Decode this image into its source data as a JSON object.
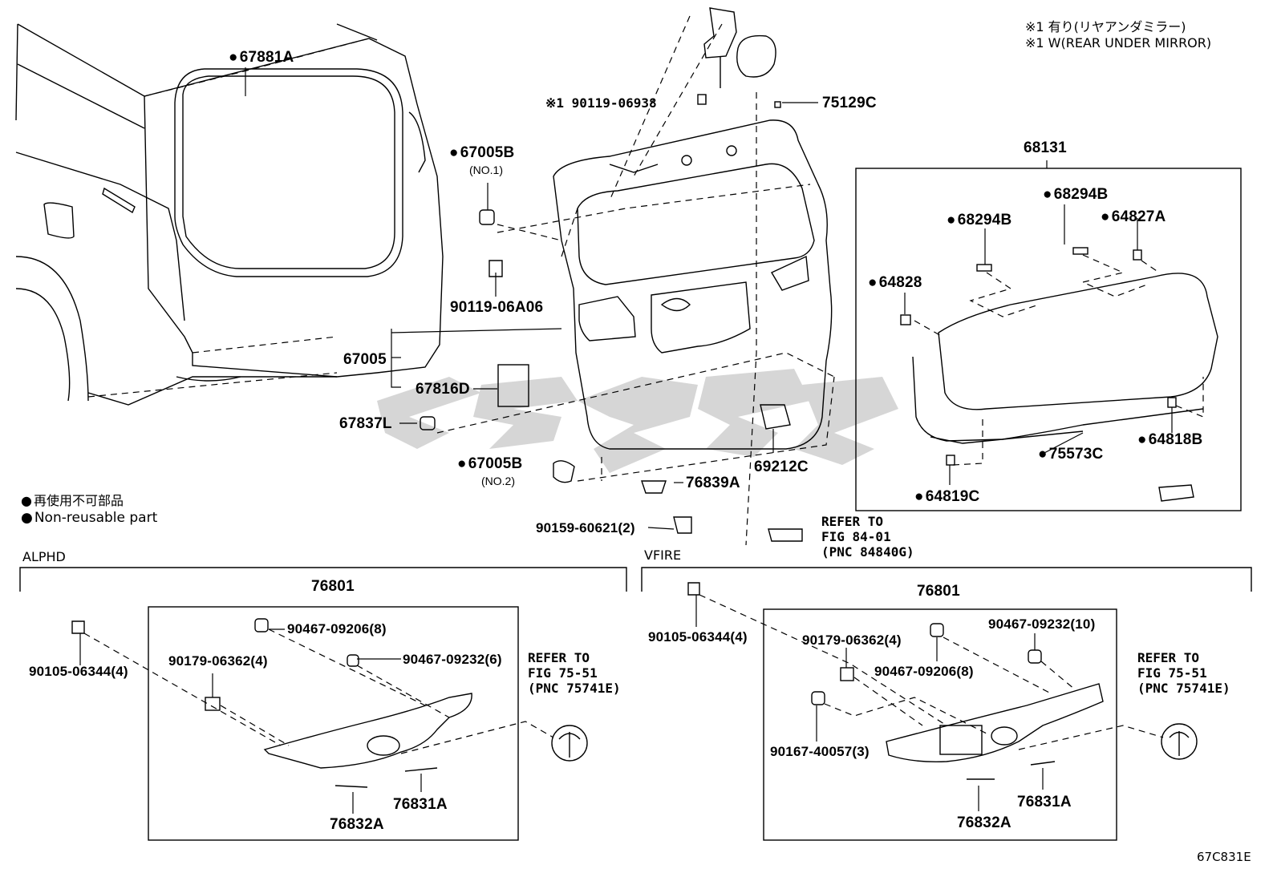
{
  "notes": {
    "top_right_jp": "※1 有り(リヤアンダミラー)",
    "top_right_en": "※1 W(REAR UNDER MIRROR)",
    "legend_jp": "再使用不可部品",
    "legend_en": "Non-reusable part",
    "figure_id": "67C831E"
  },
  "sections": {
    "alphd": "ALPHD",
    "vfire": "VFIRE"
  },
  "parts": {
    "p67881A": "67881A",
    "p67005B_1": "67005B",
    "p67005B_1_sub": "(NO.1)",
    "p90119_06938": "※1 90119-06938",
    "p75129C": "75129C",
    "p68131": "68131",
    "p68294B_a": "68294B",
    "p68294B_b": "68294B",
    "p64827A": "64827A",
    "p64828": "64828",
    "p90119_06A06": "90119-06A06",
    "p67005": "67005",
    "p67816D": "67816D",
    "p67837L": "67837L",
    "p67005B_2": "67005B",
    "p67005B_2_sub": "(NO.2)",
    "p69212C": "69212C",
    "p76839A": "76839A",
    "p90159_60621": "90159-60621(2)",
    "p75573C": "75573C",
    "p64818B": "64818B",
    "p64819C": "64819C",
    "refer_84_1": "REFER TO",
    "refer_84_2": "FIG 84-01",
    "refer_84_3": "(PNC 84840G)"
  },
  "alphd": {
    "p76801": "76801",
    "p90467_09206": "90467-09206(8)",
    "p90179_06362": "90179-06362(4)",
    "p90467_09232": "90467-09232(6)",
    "p90105_06344": "90105-06344(4)",
    "p76831A": "76831A",
    "p76832A": "76832A",
    "refer_1": "REFER TO",
    "refer_2": "FIG 75-51",
    "refer_3": "(PNC 75741E)"
  },
  "vfire": {
    "p76801": "76801",
    "p90105_06344": "90105-06344(4)",
    "p90179_06362": "90179-06362(4)",
    "p90467_09232": "90467-09232(10)",
    "p90467_09206": "90467-09206(8)",
    "p90167_40057": "90167-40057(3)",
    "p76831A": "76831A",
    "p76832A": "76832A",
    "refer_1": "REFER TO",
    "refer_2": "FIG 75-51",
    "refer_3": "(PNC 75741E)"
  }
}
